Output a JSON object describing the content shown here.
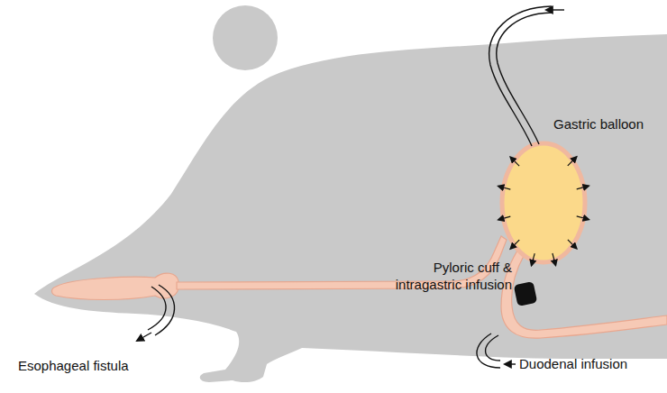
{
  "diagram": {
    "labels": [
      "Gastric balloon",
      "Pyloric cuff & intragastric infusion",
      "Esophageal fistula",
      "Duodenal infusion"
    ]
  }
}
